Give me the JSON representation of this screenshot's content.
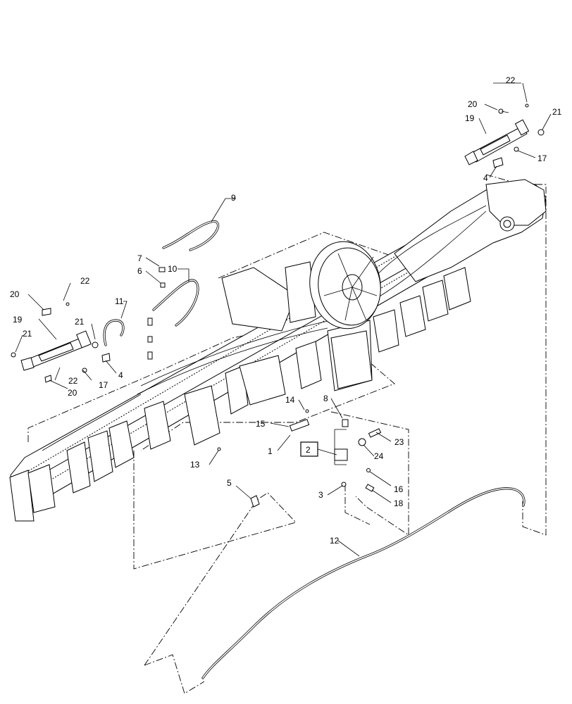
{
  "callouts": {
    "c1": "1",
    "c2": "2",
    "c3": "3",
    "c4a": "4",
    "c4b": "4",
    "c5": "5",
    "c6": "6",
    "c7": "7",
    "c8": "8",
    "c9": "9",
    "c10": "10",
    "c11": "11",
    "c12": "12",
    "c13": "13",
    "c14": "14",
    "c15": "15",
    "c16": "16",
    "c17a": "17",
    "c17b": "17",
    "c18": "18",
    "c19a": "19",
    "c19b": "19",
    "c20a": "20",
    "c20b": "20",
    "c20c": "20",
    "c21a": "21",
    "c21b": "21",
    "c21c": "21",
    "c22a": "22",
    "c22b": "22",
    "c22c": "22",
    "c23": "23",
    "c24": "24"
  }
}
